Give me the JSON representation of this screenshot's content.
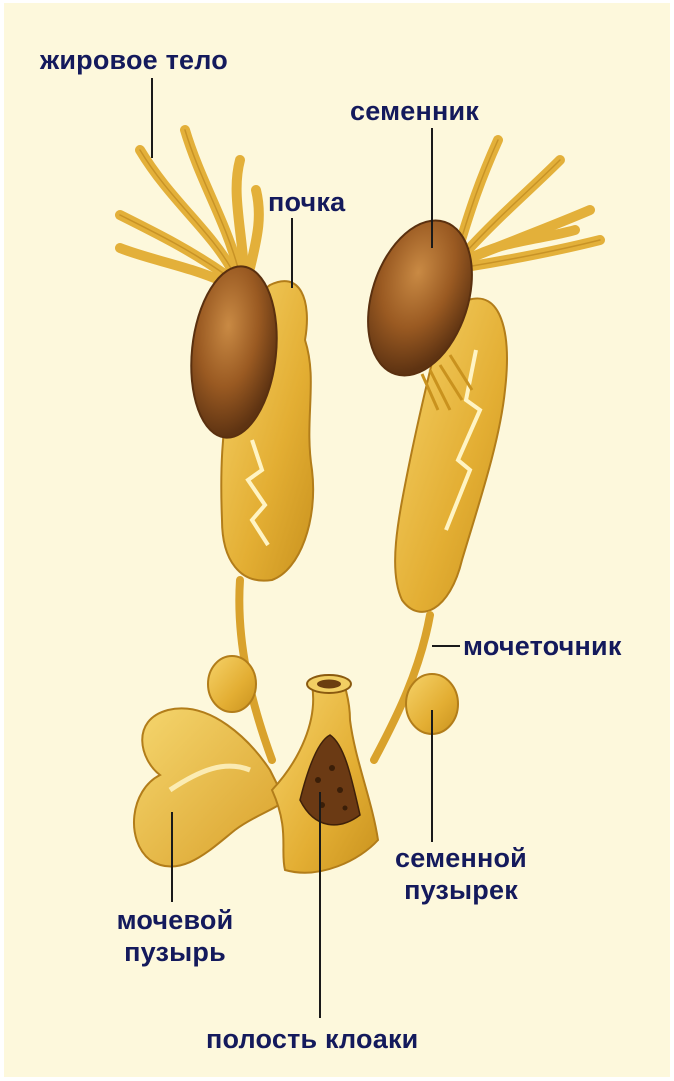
{
  "labels": {
    "fat_body": "жировое тело",
    "testis": "семенник",
    "kidney": "почка",
    "ureter": "мочеточник",
    "seminal_vesicle_1": "семенной",
    "seminal_vesicle_2": "пузырек",
    "bladder_1": "мочевой",
    "bladder_2": "пузырь",
    "cloaca": "полость клоаки"
  },
  "colors": {
    "background": "#fdf8dc",
    "label_text": "#141a5c",
    "tissue": "#e8b838",
    "tissue_dark": "#c98f1c",
    "testis": "#9a5a22",
    "leader_line": "#1a1a1a"
  }
}
